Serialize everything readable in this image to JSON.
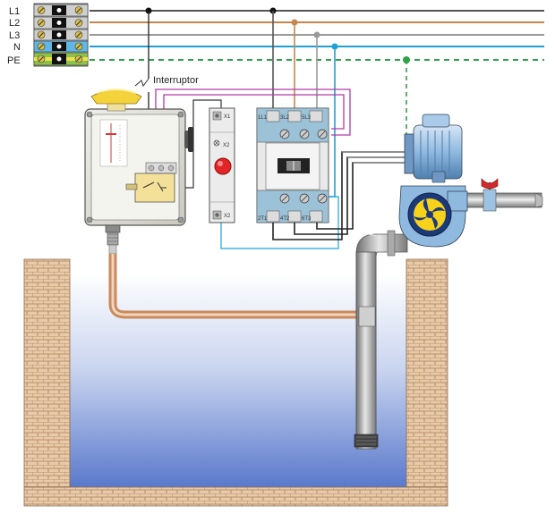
{
  "lines": {
    "l1": "L1",
    "l2": "L2",
    "l3": "L3",
    "n": "N",
    "pe": "PE"
  },
  "switch_label": "Interruptor",
  "indicator": {
    "x1": "X1",
    "x2": "X2"
  },
  "contactor": {
    "top_terminals": [
      "1L1",
      "3L2",
      "5L3"
    ],
    "bottom_terminals": [
      "2T1",
      "4T2",
      "6T3"
    ]
  },
  "colors": {
    "l1": "#555555",
    "l2": "#c8864a",
    "l3": "#9a9a9a",
    "n": "#1ea0dc",
    "pe": "#2ca24a",
    "control": "#b03aa6",
    "water_top": "#ffffff",
    "water_bottom": "#5a79cc",
    "brick": "#d9b48f",
    "pump": "#8fb9df"
  },
  "icons": [
    "terminal-block-icon",
    "knob-icon",
    "pump-motor-icon",
    "impeller-icon",
    "valve-handle-icon",
    "lamp-icon"
  ]
}
